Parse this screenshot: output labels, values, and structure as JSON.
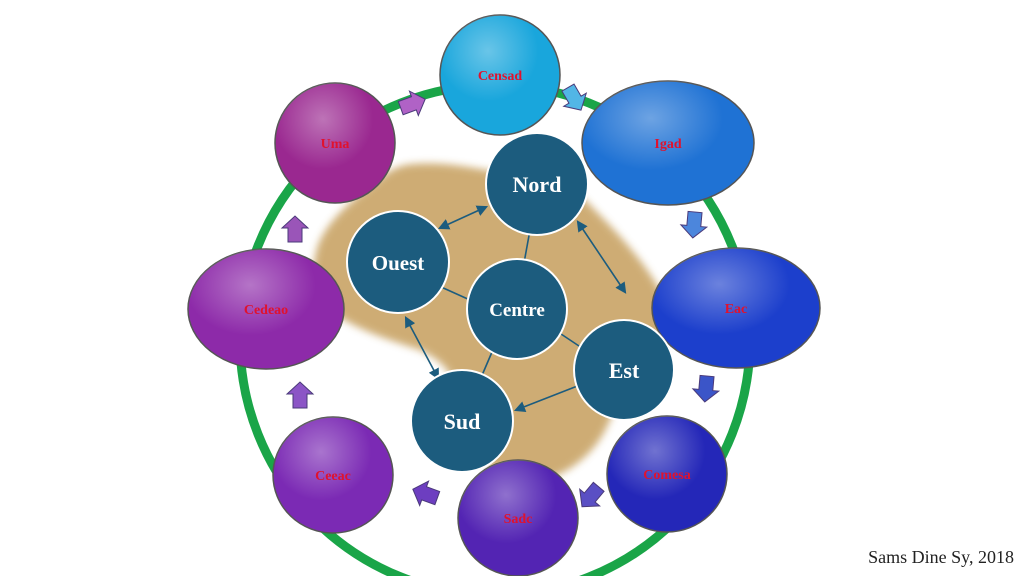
{
  "diagram": {
    "outer_nodes": [
      {
        "id": "censad",
        "label": "Censad",
        "color": "#19a6dc"
      },
      {
        "id": "igad",
        "label": "Igad",
        "color": "#1f72d4"
      },
      {
        "id": "eac",
        "label": "Eac",
        "color": "#1c3fcc"
      },
      {
        "id": "comesa",
        "label": "Comesa",
        "color": "#2427b8"
      },
      {
        "id": "sadc",
        "label": "Sadc",
        "color": "#5324b3"
      },
      {
        "id": "ceeac",
        "label": "Ceeac",
        "color": "#7b2ab4"
      },
      {
        "id": "cedeao",
        "label": "Cedeao",
        "color": "#8d2aa9"
      },
      {
        "id": "uma",
        "label": "Uma",
        "color": "#9a2890"
      }
    ],
    "inner_nodes": [
      {
        "id": "nord",
        "label": "Nord"
      },
      {
        "id": "ouest",
        "label": "Ouest"
      },
      {
        "id": "centre",
        "label": "Centre"
      },
      {
        "id": "est",
        "label": "Est"
      },
      {
        "id": "sud",
        "label": "Sud"
      }
    ],
    "colors": {
      "ring": "#1aa548",
      "inner_fill": "#1c5c7e",
      "outer_label": "#e0122e",
      "continent": "#c9a466"
    }
  },
  "credit": "Sams Dine Sy, 2018"
}
